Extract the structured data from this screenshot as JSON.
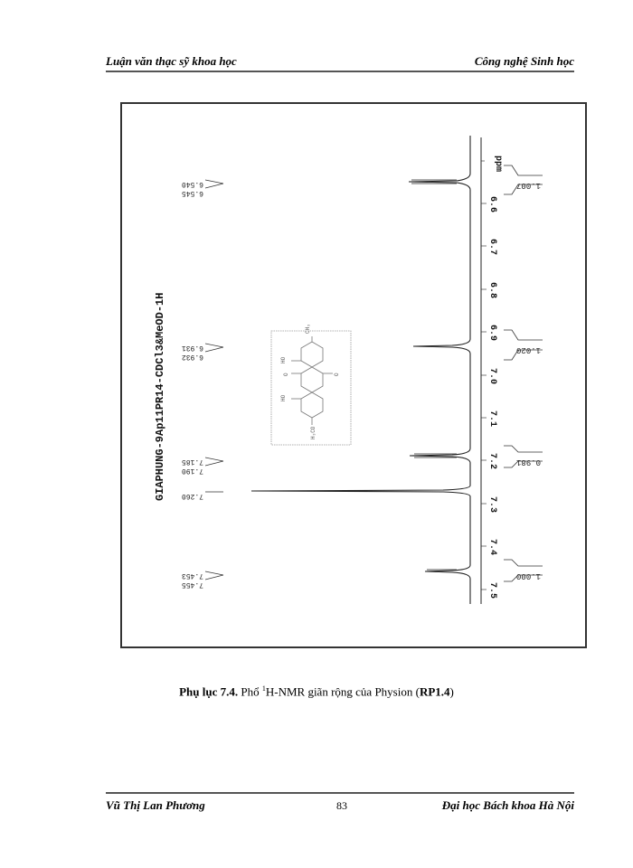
{
  "header": {
    "left": "Luận văn thạc sỹ khoa học",
    "right": "Công nghệ Sinh học"
  },
  "footer": {
    "left": "Vũ Thị Lan Phương",
    "page_number": "83",
    "right": "Đại học Bách khoa Hà Nội"
  },
  "caption": {
    "label": "Phụ lục 7.4.",
    "text_before_sup": " Phổ ",
    "sup": "1",
    "text_after_sup": "H-NMR giãn rộng của Physion (",
    "code": "RP1.4",
    "close": ")"
  },
  "chart_data": {
    "type": "line",
    "title": "GIAPHUNG-9Ap11PR14-CDCl3&MeOD-1H",
    "xlabel": "ppm",
    "ylabel": "",
    "orientation": "rotated 90° (ppm axis vertical, intensity horizontal)",
    "xlim": [
      6.45,
      7.53
    ],
    "x_ticks": [
      "6.6",
      "6.7",
      "6.8",
      "6.9",
      "7.0",
      "7.1",
      "7.2",
      "7.3",
      "7.4",
      "7.5"
    ],
    "peaks": [
      {
        "ppm": 6.5425,
        "labels": [
          "6.540",
          "6.545"
        ],
        "relative_intensity": 0.42,
        "multiplicity": "doublet"
      },
      {
        "ppm": 6.9315,
        "labels": [
          "6.931",
          "6.932"
        ],
        "relative_intensity": 0.35,
        "multiplicity": "singlet-like"
      },
      {
        "ppm": 7.1875,
        "labels": [
          "7.185",
          "7.190"
        ],
        "relative_intensity": 0.4,
        "multiplicity": "doublet"
      },
      {
        "ppm": 7.26,
        "labels": [
          "7.260"
        ],
        "relative_intensity": 1.0,
        "multiplicity": "singlet (CHCl3)"
      },
      {
        "ppm": 7.454,
        "labels": [
          "7.453",
          "7.455"
        ],
        "relative_intensity": 0.25,
        "multiplicity": "doublet"
      }
    ],
    "integrals": [
      {
        "ppm": 6.54,
        "value": "1.007"
      },
      {
        "ppm": 6.93,
        "value": "1.020"
      },
      {
        "ppm": 7.19,
        "value": "0.981"
      },
      {
        "ppm": 7.45,
        "value": "1.000"
      }
    ],
    "inset": {
      "type": "chemical-structure",
      "name": "Physion",
      "labels": [
        "CH3",
        "HO",
        "O",
        "O",
        "HO",
        "H3CO"
      ]
    },
    "grid": false,
    "legend": "none"
  }
}
